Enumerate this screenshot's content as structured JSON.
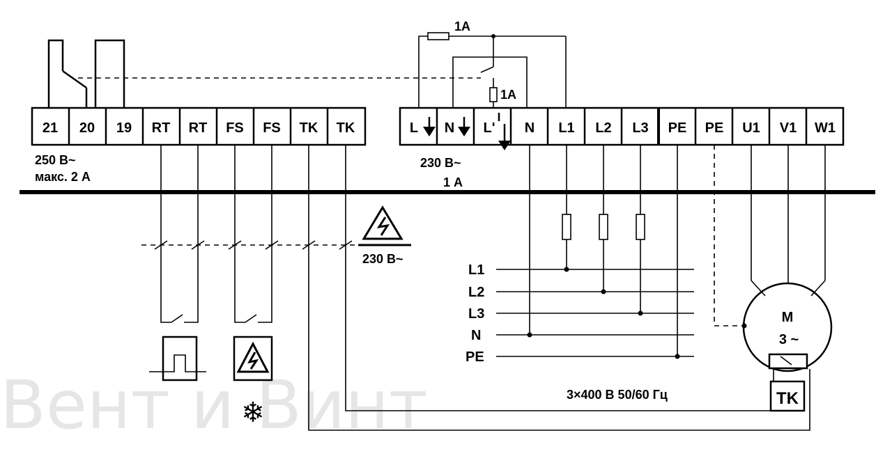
{
  "watermark": "Вент и Винт",
  "control_terminals": [
    "21",
    "20",
    "19",
    "RT",
    "RT",
    "FS",
    "FS",
    "TK",
    "TK"
  ],
  "power_terminals": [
    "L",
    "N",
    "L'",
    "N",
    "L1",
    "L2",
    "L3",
    "PE",
    "PE",
    "U1",
    "V1",
    "W1"
  ],
  "relay_rating": [
    "250 В~",
    "макс. 2 А"
  ],
  "supply_rating": [
    "230 В~",
    "1 А"
  ],
  "fuse_label_top": "1A",
  "fuse_label_mid": "1A",
  "warning_voltage": "230 В~",
  "mains_lines": [
    "L1",
    "L2",
    "L3",
    "N",
    "PE"
  ],
  "mains_rating": "3×400 В 50/60 Гц",
  "motor": {
    "label": "M",
    "phase": "3 ~",
    "thermal_contact": "TK"
  },
  "icons": [
    "room-thermostat-icon",
    "high-voltage-warning-icon",
    "frost-snowflake-icon"
  ]
}
